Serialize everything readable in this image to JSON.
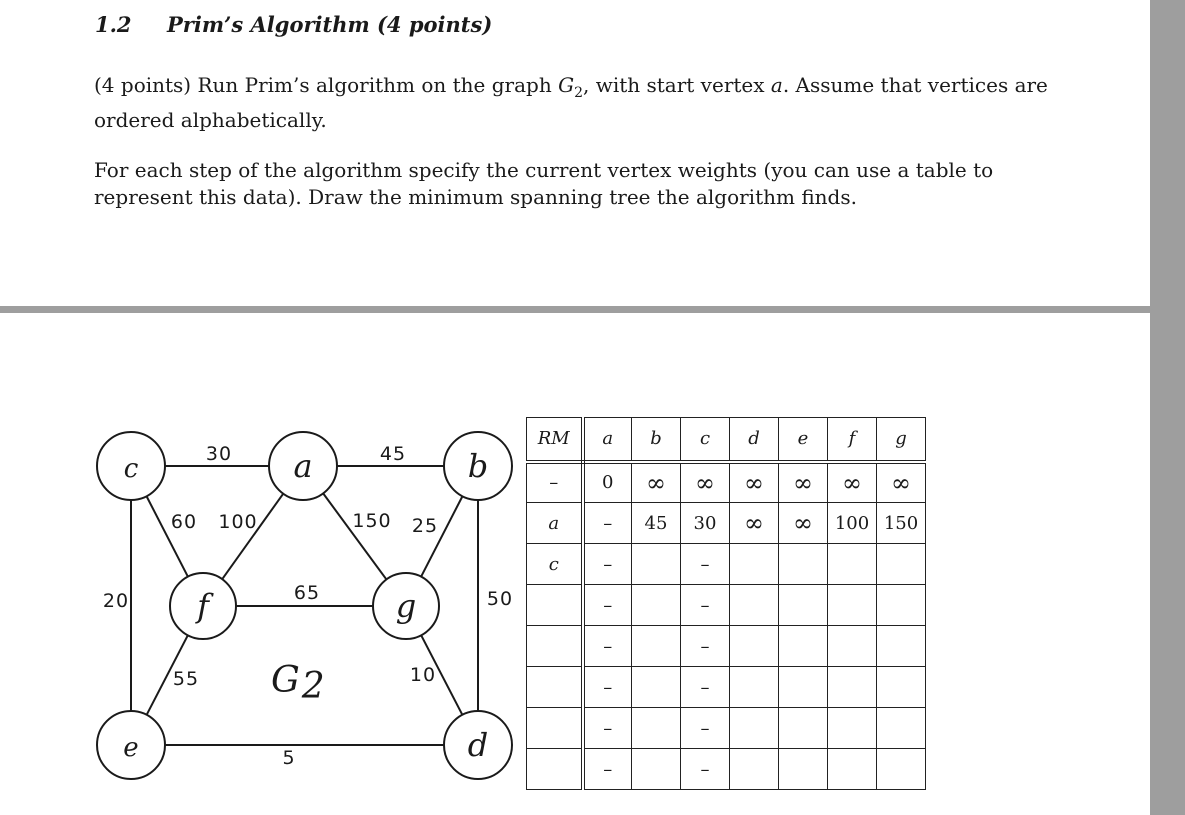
{
  "section": {
    "number": "1.2",
    "title": "Prim’s Algorithm (4 points)"
  },
  "paragraphs": {
    "p1_a": "(4 points) Run Prim’s algorithm on the graph ",
    "p1_graph": "G",
    "p1_sub": "2",
    "p1_b": ", with start vertex ",
    "p1_vertex": "a",
    "p1_c": ". Assume that vertices are ordered alphabetically.",
    "p2": "For each step of the algorithm specify the current vertex weights (you can use a table to represent this data). Draw the minimum spanning tree the algorithm finds."
  },
  "graph": {
    "label": "G",
    "label_sub": "2",
    "vertices": [
      "c",
      "a",
      "b",
      "f",
      "g",
      "e",
      "d"
    ],
    "edges": [
      {
        "from": "c",
        "to": "a",
        "weight": "30"
      },
      {
        "from": "a",
        "to": "b",
        "weight": "45"
      },
      {
        "from": "c",
        "to": "f",
        "weight": "60"
      },
      {
        "from": "a",
        "to": "f",
        "weight": "100"
      },
      {
        "from": "a",
        "to": "g",
        "weight": "150"
      },
      {
        "from": "b",
        "to": "g",
        "weight": "25"
      },
      {
        "from": "c",
        "to": "e",
        "weight": "20"
      },
      {
        "from": "f",
        "to": "g",
        "weight": "65"
      },
      {
        "from": "b",
        "to": "d",
        "weight": "50"
      },
      {
        "from": "f",
        "to": "e",
        "weight": "55"
      },
      {
        "from": "g",
        "to": "d",
        "weight": "10"
      },
      {
        "from": "e",
        "to": "d",
        "weight": "5"
      }
    ]
  },
  "table": {
    "header": [
      "RM",
      "a",
      "b",
      "c",
      "d",
      "e",
      "f",
      "g"
    ],
    "rows": [
      [
        "–",
        "0",
        "∞",
        "∞",
        "∞",
        "∞",
        "∞",
        "∞"
      ],
      [
        "a",
        "–",
        "45",
        "30",
        "∞",
        "∞",
        "100",
        "150"
      ],
      [
        "c",
        "–",
        "",
        "–",
        "",
        "",
        "",
        ""
      ],
      [
        "",
        "–",
        "",
        "–",
        "",
        "",
        "",
        ""
      ],
      [
        "",
        "–",
        "",
        "–",
        "",
        "",
        "",
        ""
      ],
      [
        "",
        "–",
        "",
        "–",
        "",
        "",
        "",
        ""
      ],
      [
        "",
        "–",
        "",
        "–",
        "",
        "",
        "",
        ""
      ],
      [
        "",
        "–",
        "",
        "–",
        "",
        "",
        "",
        ""
      ]
    ]
  }
}
